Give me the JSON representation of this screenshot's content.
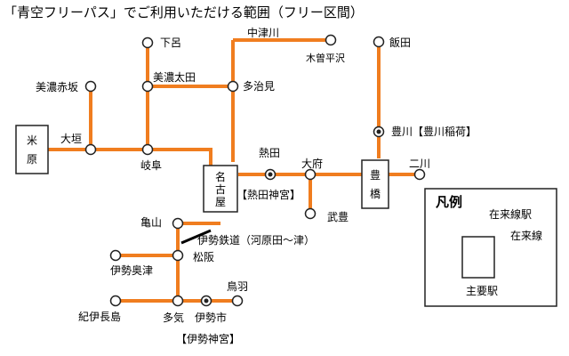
{
  "title": "「青空フリーパス」でご利用いただける範囲（フリー区間）",
  "stations": {
    "maibara": [
      "米",
      "原"
    ],
    "ogaki": "大垣",
    "mino_akasaka": "美濃赤坂",
    "gifu": "岐阜",
    "mino_ota": "美濃太田",
    "gero": "下呂",
    "tajimi": "多治見",
    "nakatsugawa": "中津川",
    "kiso_hirasawa": "木曽平沢",
    "nagoya": [
      "名",
      "古",
      "屋"
    ],
    "nagoya_note": "【熱田神宮】",
    "atsuta": "熱田",
    "obu": "大府",
    "taketoyo": "武豊",
    "toyohashi": [
      "豊",
      "橋"
    ],
    "futagawa": "二川",
    "iida": "飯田",
    "toyokawa": "豊川【豊川稲荷】",
    "kameyama": "亀山",
    "ise_railway": "伊勢鉄道（河原田〜津）",
    "matsusaka": "松阪",
    "ise_okitsu": "伊勢奥津",
    "kii_nagashima": "紀伊長島",
    "taki": "多気",
    "iseshi": "伊勢市",
    "toba": "鳥羽",
    "ise_jingu": "【伊勢神宮】"
  },
  "legend": {
    "title": "凡例",
    "conventional_station": "在来線駅",
    "conventional_line": "在来線",
    "major_station": "主要駅"
  },
  "colors": {
    "line": "#f07d1f",
    "station_stroke": "#222222"
  }
}
